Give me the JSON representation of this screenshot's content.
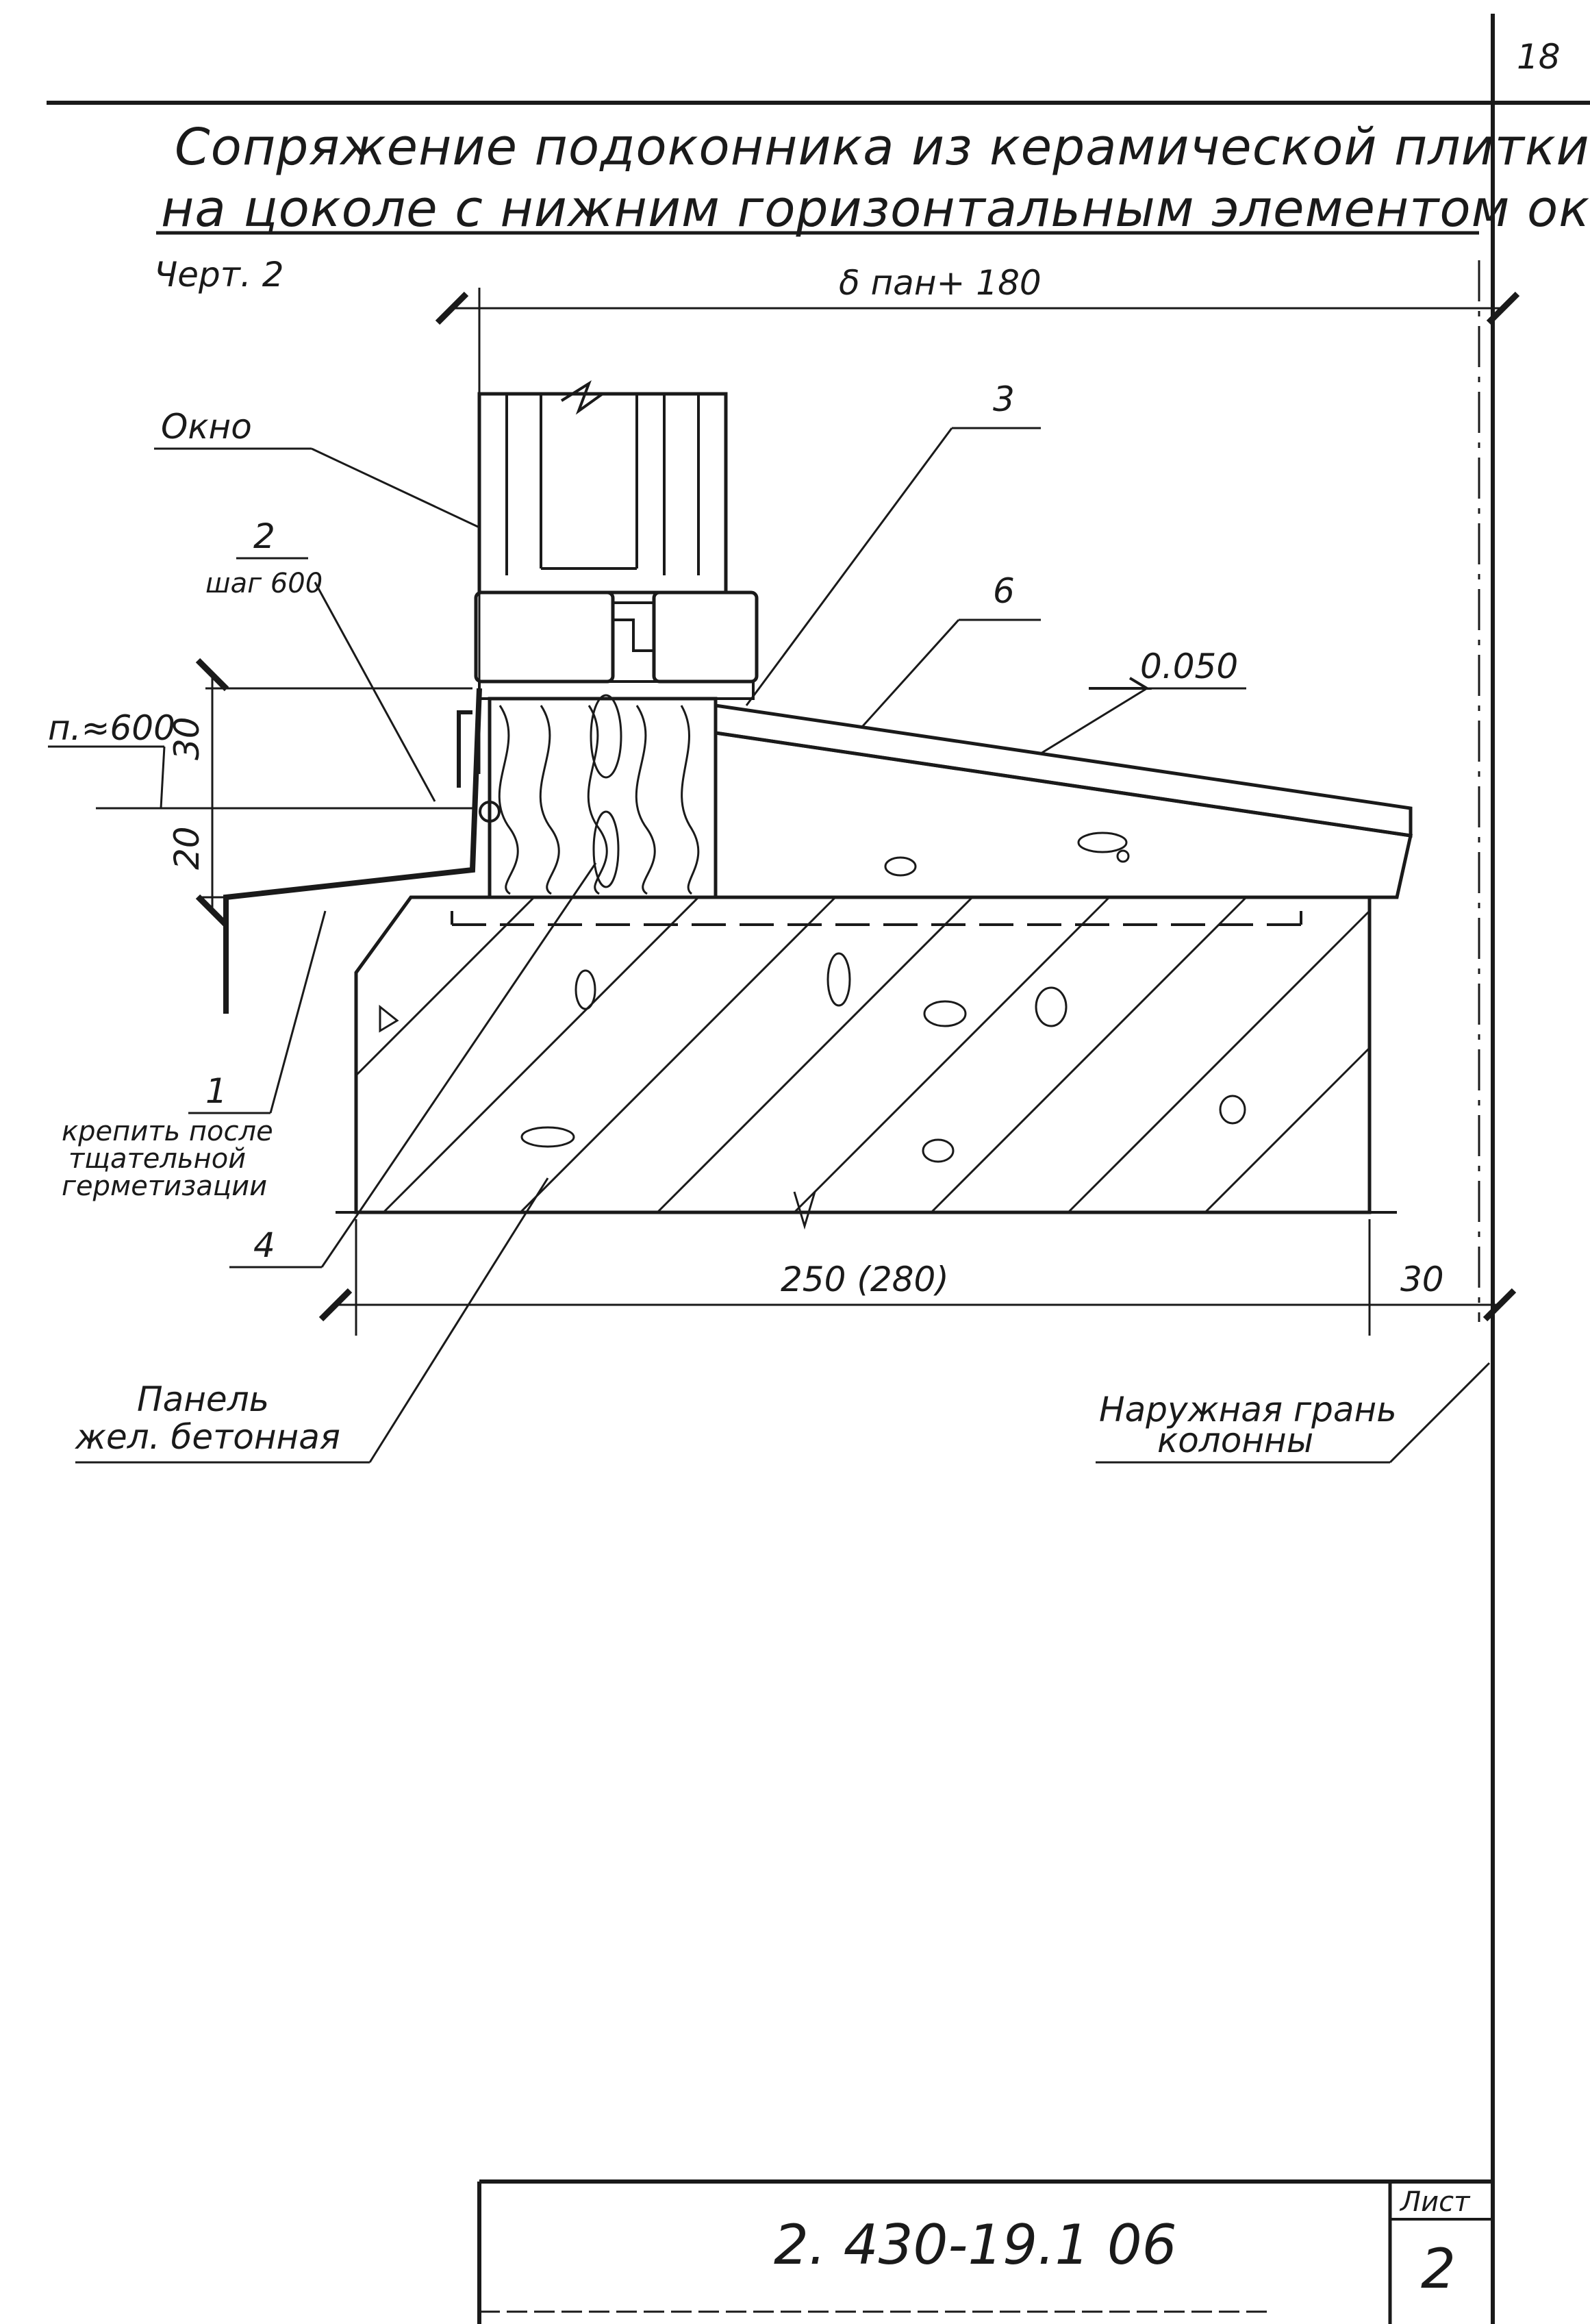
{
  "page_number": "18",
  "title": {
    "line1": "Сопряжение подоконника из керамической плитки",
    "line2": "на цоколе с нижним горизонтальным элементом окна"
  },
  "drawing_ref": "Черт. 2",
  "dimensions": {
    "top": "δ пан+ 180",
    "level": "0.050",
    "spacing_1": "п.≈600",
    "gap_30": "30",
    "gap_20": "20",
    "bottom_main": "250 (280)",
    "bottom_right": "30"
  },
  "callouts": {
    "window": "Окно",
    "item_2": "2",
    "item_2_step": "шаг 600",
    "item_3": "3",
    "item_6": "6",
    "item_1": "1",
    "item_1_note": [
      "крепить после",
      "тщательной",
      "герметизации"
    ],
    "item_4": "4",
    "panel": [
      "Панель",
      "жел. бетонная"
    ],
    "column_face": [
      "Наружная грань",
      "колонны"
    ]
  },
  "stamp": {
    "document_code": "2. 430-19.1 06",
    "sheet_label": "Лист",
    "sheet_number": "2"
  }
}
